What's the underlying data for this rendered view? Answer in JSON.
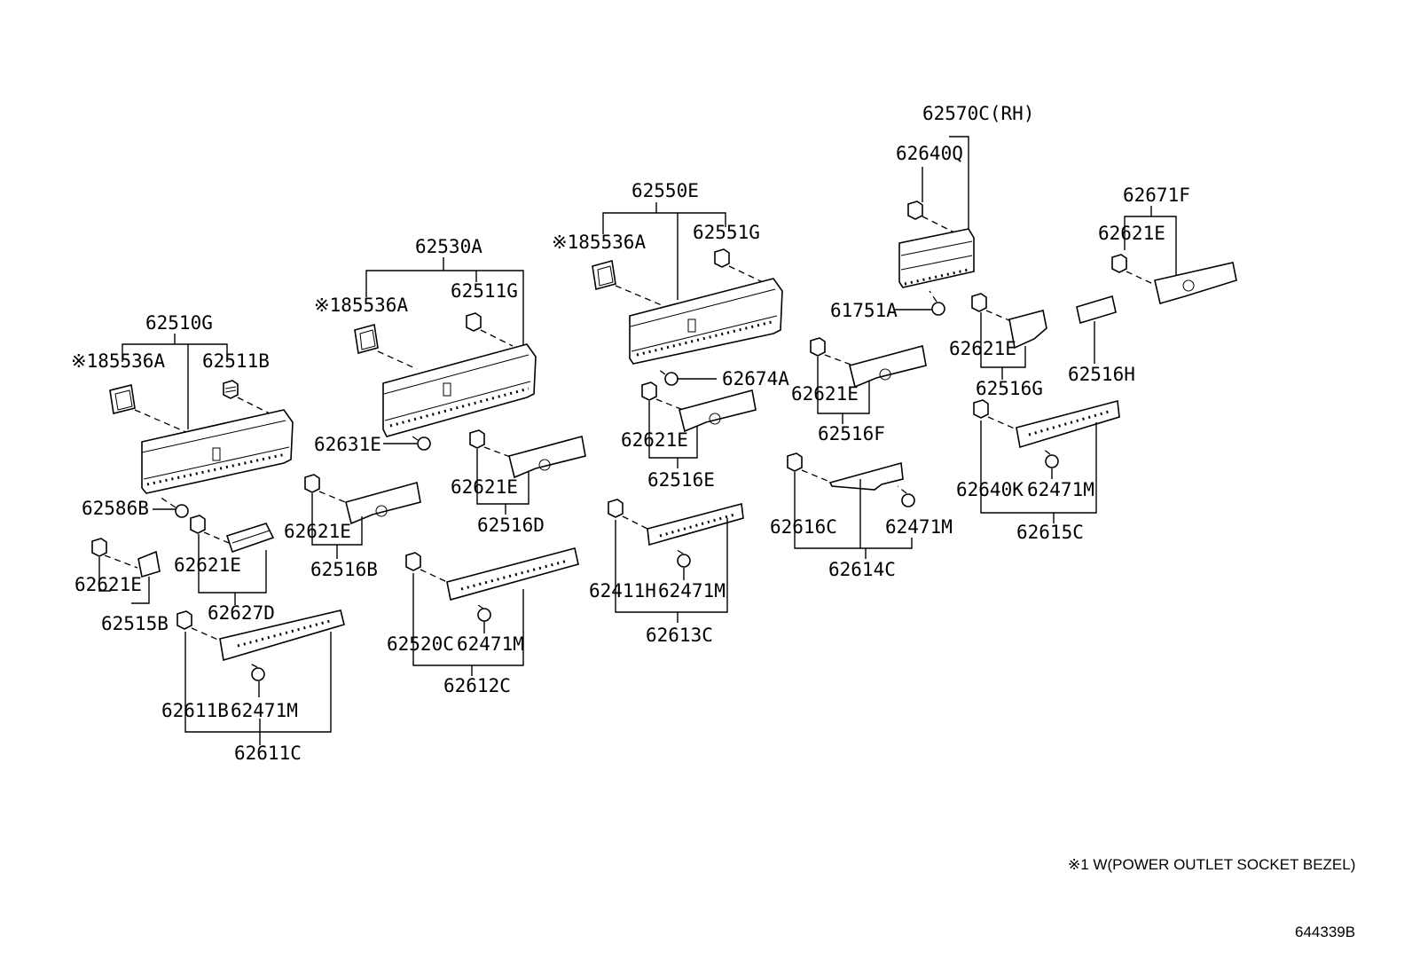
{
  "labels": {
    "p62510G": "62510G",
    "p62511B": "62511B",
    "s1_left": "※185536A",
    "p62586B": "62586B",
    "p62621E_a": "62621E",
    "p62515B": "62515B",
    "p62621E_b": "62621E",
    "p62627D": "62627D",
    "p62611B": "62611B",
    "p62471M_a": "62471M",
    "p62611C": "62611C",
    "p62530A": "62530A",
    "s1_mid": "※185536A",
    "p62511G": "62511G",
    "p62631E": "62631E",
    "p62621E_c": "62621E",
    "p62516B": "62516B",
    "p62621E_d": "62621E",
    "p62516D": "62516D",
    "p62520C": "62520C",
    "p62471M_b": "62471M",
    "p62612C": "62612C",
    "p62550E": "62550E",
    "s1_right": "※185536A",
    "p62551G": "62551G",
    "p62674A": "62674A",
    "p62621E_e": "62621E",
    "p62516E": "62516E",
    "p62411H": "62411H",
    "p62471M_c": "62471M",
    "p62613C": "62613C",
    "p62570C": "62570C(RH)",
    "p62640Q": "62640Q",
    "p61751A": "61751A",
    "p62621E_f": "62621E",
    "p62516F": "62516F",
    "p62616C": "62616C",
    "p62471M_d": "62471M",
    "p62614C": "62614C",
    "p62621E_g": "62621E",
    "p62516G": "62516G",
    "p62640K": "62640K",
    "p62471M_e": "62471M",
    "p62615C": "62615C",
    "p62671F": "62671F",
    "p62621E_h": "62621E",
    "p62516H": "62516H"
  },
  "note": "※1 W(POWER OUTLET SOCKET BEZEL)",
  "diagram_id": "644339B"
}
